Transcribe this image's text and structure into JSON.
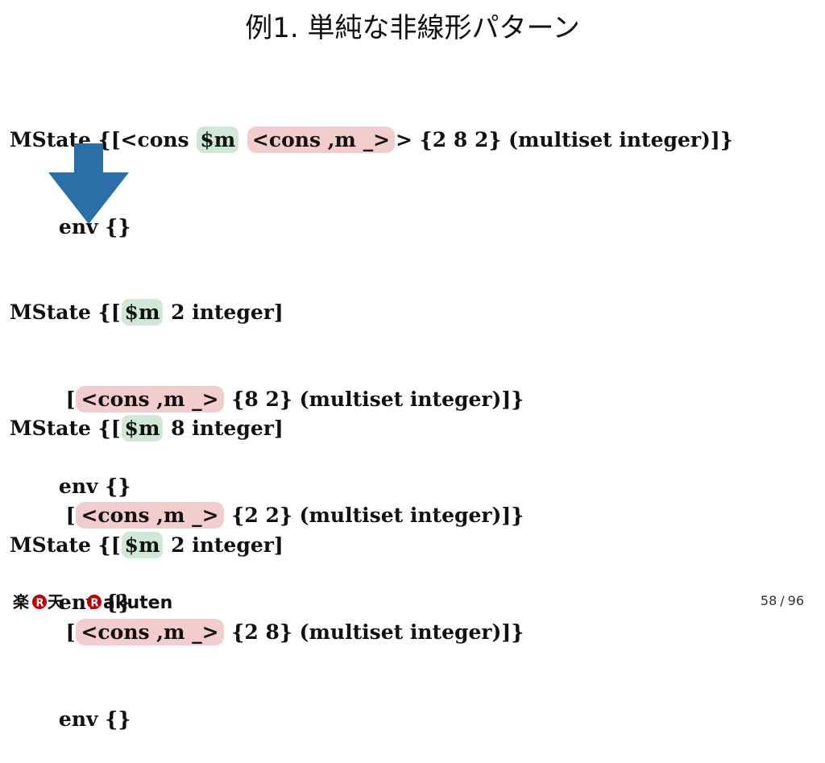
{
  "slide": {
    "title": "例1. 単純な非線形パターン",
    "page": "58",
    "total": "96",
    "page_separator": "/"
  },
  "logo": {
    "jp_left": "楽",
    "jp_mark": "R",
    "jp_right": "天",
    "en_mark": "R",
    "en_text": "akuten"
  },
  "initial": {
    "l1_a": "MState {[<cons ",
    "l1_pv": "$m",
    "l1_b": " ",
    "l1_pat": "<cons ,m _>",
    "l1_c": "> {2 8 2} (multiset integer)]}",
    "l2": "       env {}"
  },
  "states": [
    {
      "l1_a": "MState {[",
      "l1_pv": "$m",
      "l1_b": " 2 integer]",
      "l2_a": "        [",
      "l2_pat": "<cons ,m _>",
      "l2_b": " {8 2} (multiset integer)]}",
      "l3": "       env {}"
    },
    {
      "l1_a": "MState {[",
      "l1_pv": "$m",
      "l1_b": " 8 integer]",
      "l2_a": "        [",
      "l2_pat": "<cons ,m _>",
      "l2_b": " {2 2} (multiset integer)]}",
      "l3": "       env {}"
    },
    {
      "l1_a": "MState {[",
      "l1_pv": "$m",
      "l1_b": " 2 integer]",
      "l2_a": "        [",
      "l2_pat": "<cons ,m _>",
      "l2_b": " {2 8} (multiset integer)]}",
      "l3": "       env {}"
    }
  ],
  "colors": {
    "arrow": "#2a6fa8",
    "highlight_green": "#cfe8d6",
    "highlight_red": "#f3cccc",
    "brand_red": "#bf0000"
  },
  "icons": {
    "arrow": "down-arrow-icon"
  }
}
